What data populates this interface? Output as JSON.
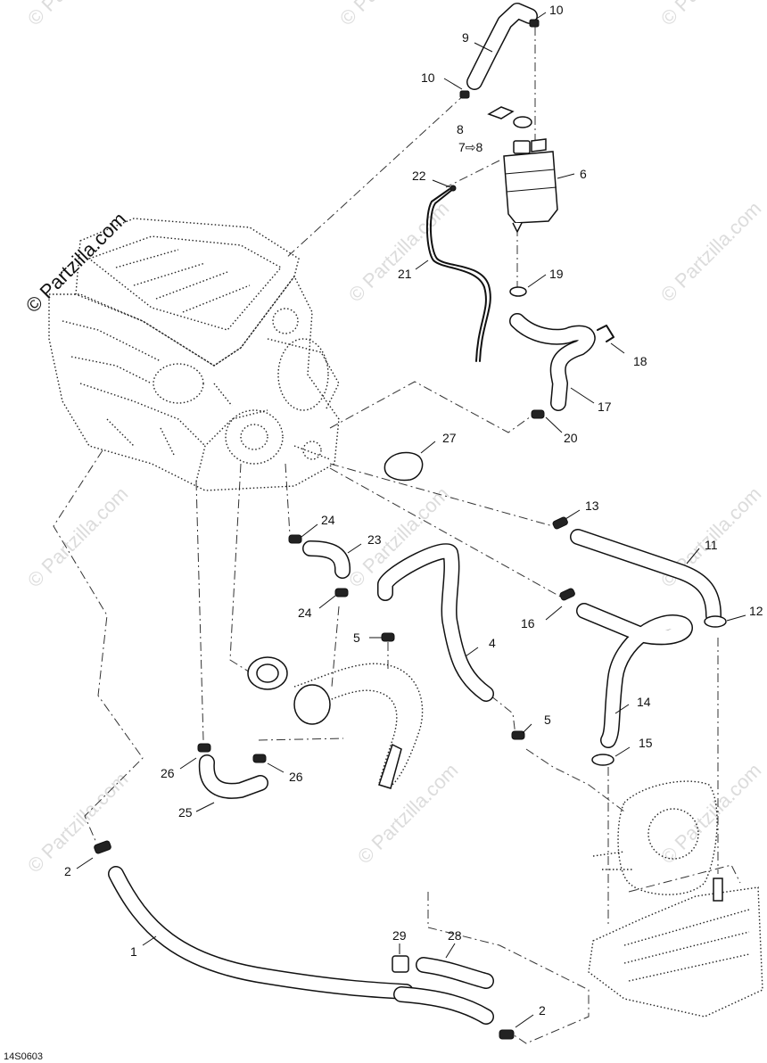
{
  "diagram_code": "14S0603",
  "watermark": {
    "main": "© Partzilla.com",
    "tile": "© Partzilla.com"
  },
  "callouts": {
    "c1": "1",
    "c2a": "2",
    "c2b": "2",
    "c4": "4",
    "c5a": "5",
    "c5b": "5",
    "c6": "6",
    "c7_8": "7⇨8",
    "c8": "8",
    "c9": "9",
    "c10a": "10",
    "c10b": "10",
    "c11": "11",
    "c12": "12",
    "c13": "13",
    "c14": "14",
    "c15": "15",
    "c16": "16",
    "c17": "17",
    "c18": "18",
    "c19": "19",
    "c20": "20",
    "c21": "21",
    "c22": "22",
    "c23": "23",
    "c24a": "24",
    "c24b": "24",
    "c25": "25",
    "c26a": "26",
    "c26b": "26",
    "c27": "27",
    "c28": "28",
    "c29": "29"
  }
}
